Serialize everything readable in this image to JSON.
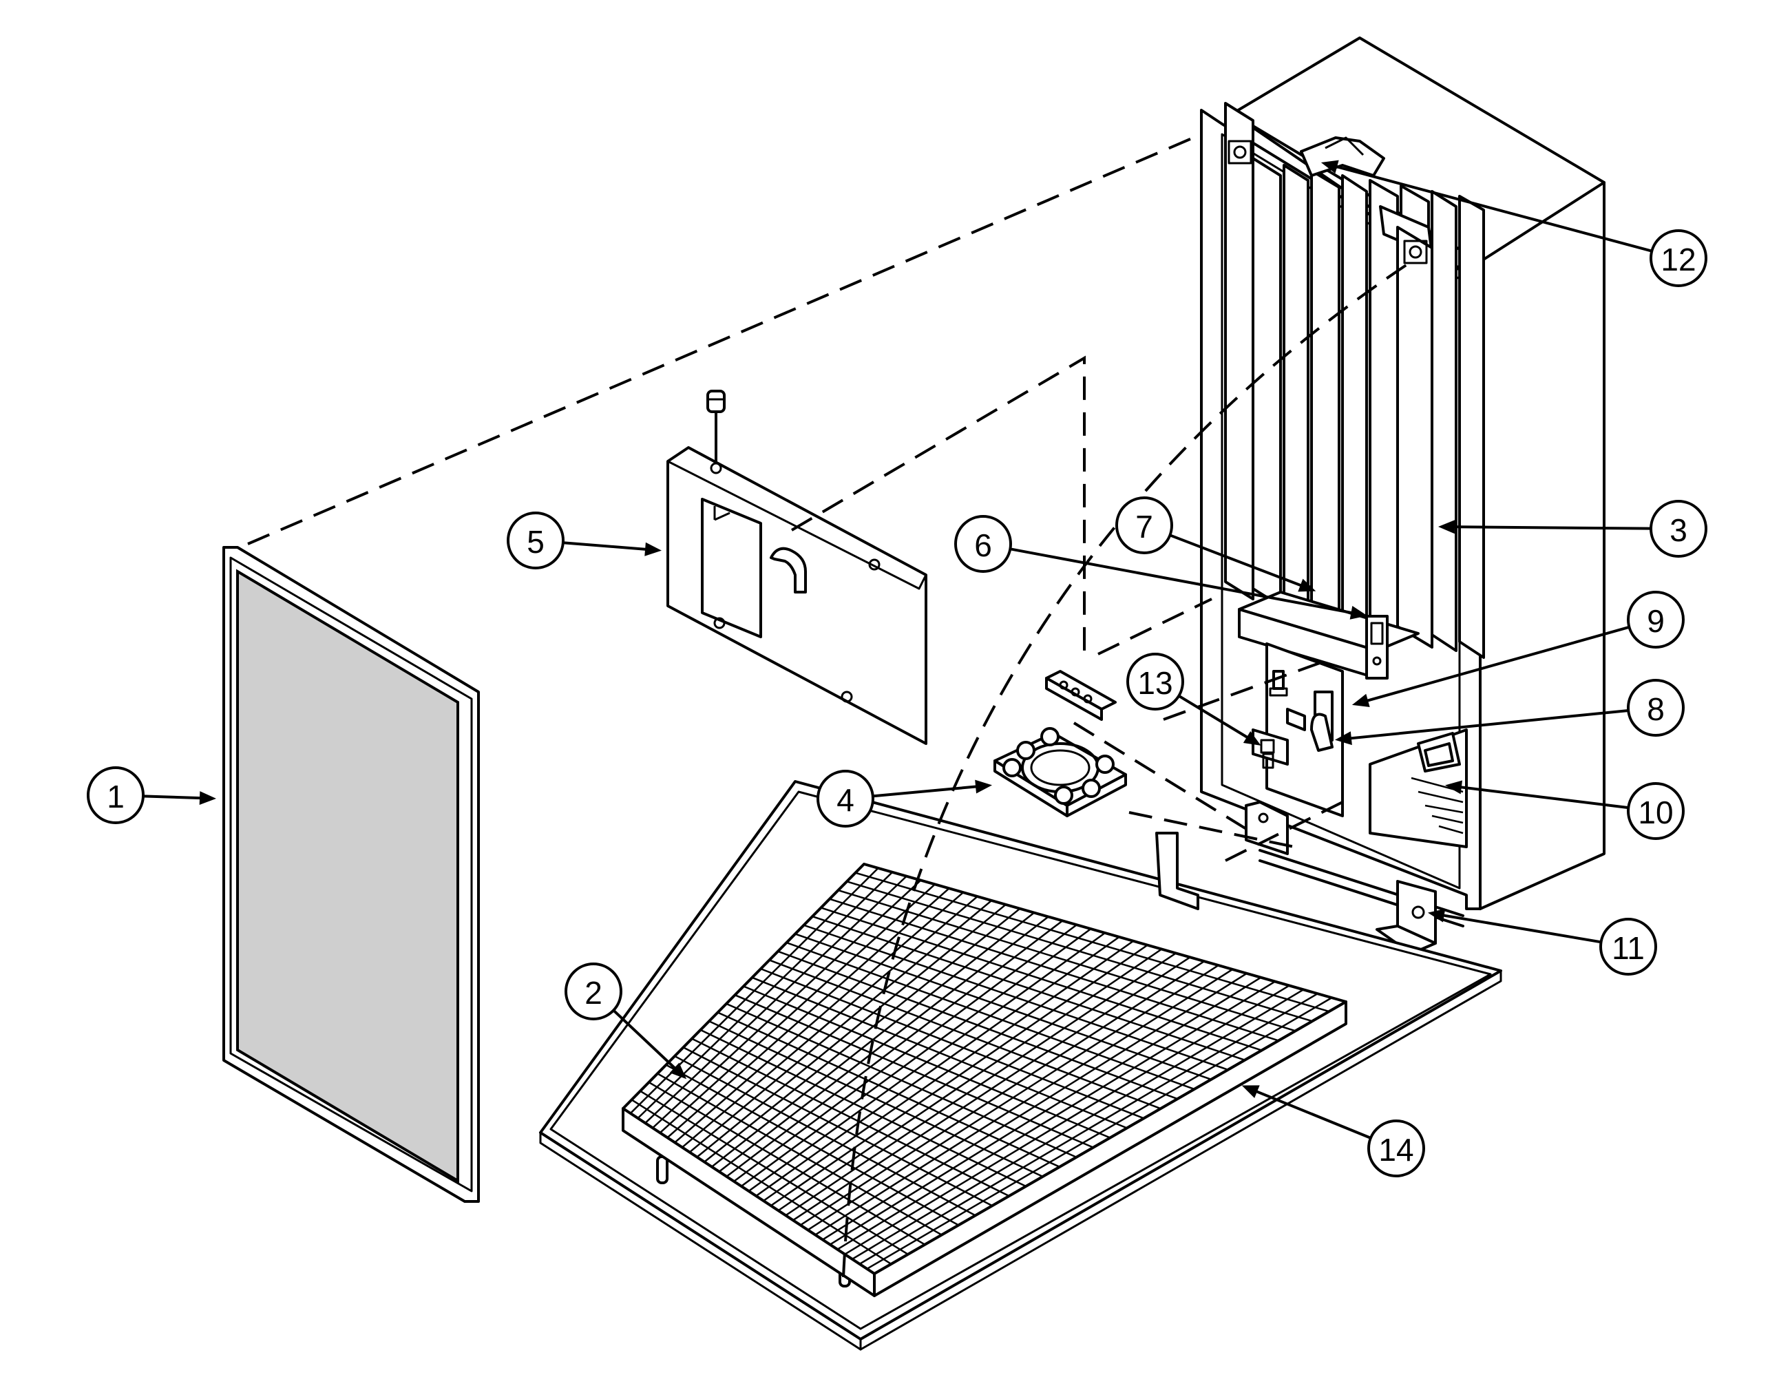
{
  "callouts": [
    {
      "id": "1",
      "label": "1"
    },
    {
      "id": "2",
      "label": "2"
    },
    {
      "id": "3",
      "label": "3"
    },
    {
      "id": "4",
      "label": "4"
    },
    {
      "id": "5",
      "label": "5"
    },
    {
      "id": "6",
      "label": "6"
    },
    {
      "id": "7",
      "label": "7"
    },
    {
      "id": "8",
      "label": "8"
    },
    {
      "id": "9",
      "label": "9"
    },
    {
      "id": "10",
      "label": "10"
    },
    {
      "id": "11",
      "label": "11"
    },
    {
      "id": "12",
      "label": "12"
    },
    {
      "id": "13",
      "label": "13"
    },
    {
      "id": "14",
      "label": "14"
    }
  ],
  "colors": {
    "line": "#000000",
    "filter_fill": "#cfcfcf",
    "background": "#ffffff"
  }
}
